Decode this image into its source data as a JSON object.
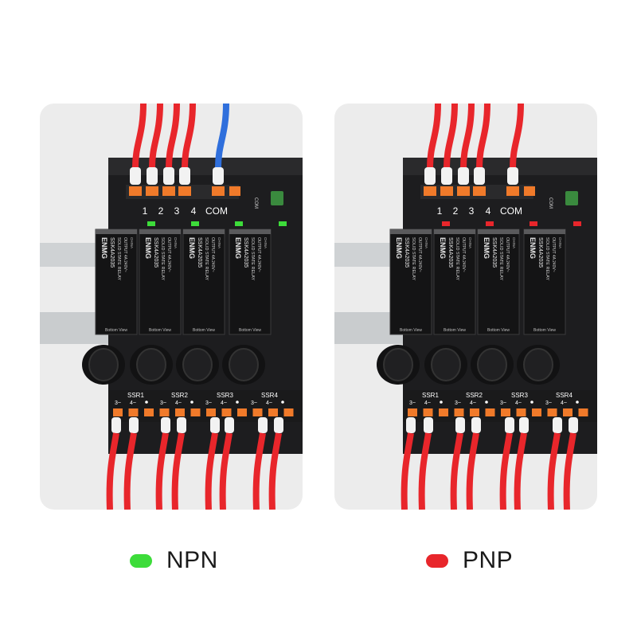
{
  "panels": [
    {
      "id": "npn",
      "status_color": "#3ddc3a",
      "input_wire_colors": [
        "#e8262b",
        "#e8262b",
        "#e8262b",
        "#e8262b",
        "#2f6fdc"
      ],
      "input_labels": [
        "1",
        "2",
        "3",
        "4",
        "COM"
      ],
      "side_label": "COM",
      "relay_brand": "ENMG",
      "relay_model": "SSK4A2035",
      "relay_text": "SOLID STATE RELAY",
      "relay_rating": "OUTPUT 4A 240V~",
      "relay_origin": "CHINA",
      "relay_view": "Bottom View",
      "ssr_labels": [
        "SSR1",
        "SSR2",
        "SSR3",
        "SSR4"
      ],
      "terminal_labels": [
        "3~",
        "4~"
      ]
    },
    {
      "id": "pnp",
      "status_color": "#e8262b",
      "input_wire_colors": [
        "#e8262b",
        "#e8262b",
        "#e8262b",
        "#e8262b",
        "#e8262b"
      ],
      "input_labels": [
        "1",
        "2",
        "3",
        "4",
        "COM"
      ],
      "side_label": "COM",
      "relay_brand": "ENMG",
      "relay_model": "SSK4A2035",
      "relay_text": "SOLID STATE RELAY",
      "relay_rating": "OUTPUT 4A 240V~",
      "relay_origin": "CHINA",
      "relay_view": "Bottom View",
      "ssr_labels": [
        "SSR1",
        "SSR2",
        "SSR3",
        "SSR4"
      ],
      "terminal_labels": [
        "3~",
        "4~"
      ]
    }
  ],
  "legend": [
    {
      "label": "NPN",
      "color": "#3ddc3a"
    },
    {
      "label": "PNP",
      "color": "#e8262b"
    }
  ]
}
